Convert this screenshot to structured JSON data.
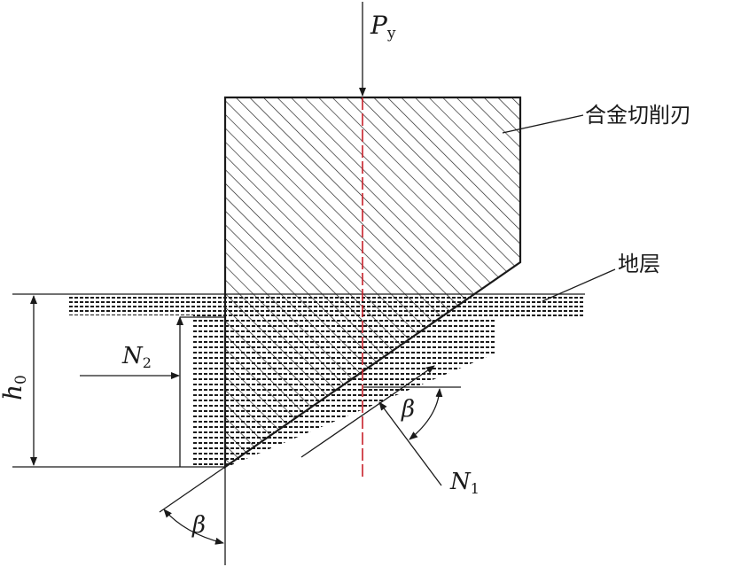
{
  "labels": {
    "force_py": "P",
    "force_py_sub": "y",
    "blade": "合金切削刃",
    "stratum": "地层",
    "depth": "h",
    "depth_sub": "0",
    "force_n2": "N",
    "force_n2_sub": "2",
    "force_n1": "N",
    "force_n1_sub": "1",
    "angle_upper": "β",
    "angle_lower": "β"
  },
  "colors": {
    "outline": "#1a1a1a",
    "centerline": "#c8202a"
  }
}
